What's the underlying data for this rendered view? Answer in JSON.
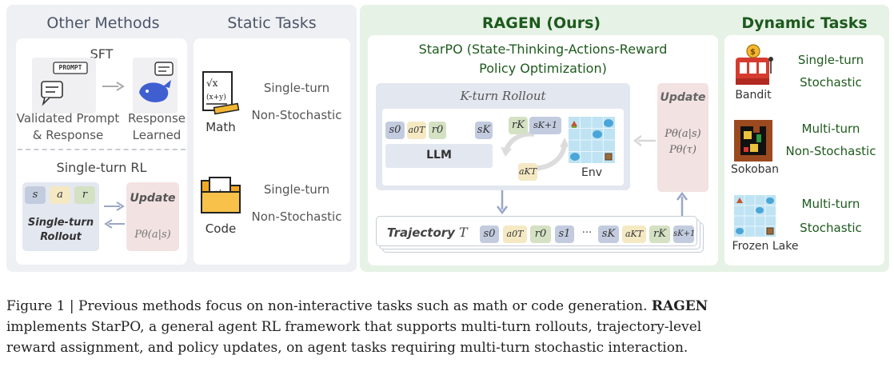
{
  "other_methods": {
    "title": "Other Methods",
    "sft": {
      "title": "SFT",
      "prompt_tag": "PROMPT",
      "left_label": "Validated Prompt\n& Response",
      "right_label": "Response\nLearned"
    },
    "single_turn_rl": {
      "title": "Single-turn RL",
      "tokens": [
        "s",
        "a",
        "r"
      ],
      "rollout_label": "Single-turn\nRollout",
      "update_label": "Update",
      "policy": "Pθ(a|s)"
    }
  },
  "static_tasks": {
    "title": "Static Tasks",
    "items": [
      {
        "name": "Math",
        "line1": "Single-turn",
        "line2": "Non-Stochastic"
      },
      {
        "name": "Code",
        "line1": "Single-turn",
        "line2": "Non-Stochastic"
      }
    ]
  },
  "ragen": {
    "title": "RAGEN (Ours)",
    "starpo_line1": "StarPO (State-Thinking-Actions-Reward",
    "starpo_line2": "Policy Optimization)",
    "rollout_title": "K-turn Rollout",
    "llm_label": "LLM",
    "env_label": "Env",
    "llm_tokens": [
      "s0",
      "a0T",
      "r0",
      "sK"
    ],
    "env_tokens": [
      "rK",
      "sK+1"
    ],
    "action_token": "aKT",
    "update": {
      "label": "Update",
      "p1": "Pθ(a|s)",
      "p2": "Pθ(τ)"
    },
    "trajectory": {
      "label": "Trajectory",
      "symbol": "T",
      "tokens": [
        "s0",
        "a0T",
        "r0",
        "s1",
        "···",
        "sK",
        "aKT",
        "rK",
        "sK+1"
      ]
    }
  },
  "dynamic_tasks": {
    "title": "Dynamic Tasks",
    "items": [
      {
        "name": "Bandit",
        "line1": "Single-turn",
        "line2": "Stochastic"
      },
      {
        "name": "Sokoban",
        "line1": "Multi-turn",
        "line2": "Non-Stochastic"
      },
      {
        "name": "Frozen Lake",
        "line1": "Multi-turn",
        "line2": "Stochastic"
      }
    ]
  },
  "caption": {
    "prefix": "Figure 1 | Previous methods focus on non-interactive tasks such as math or code generation.",
    "bold": "RAGEN",
    "line2": "implements StarPO, a general agent RL framework that supports multi-turn rollouts, trajectory-level",
    "line3": "reward assignment, and policy updates, on agent tasks requiring multi-turn stochastic interaction."
  },
  "colors": {
    "gray_panel": "#eef0f4",
    "green_panel": "#e6f2e6",
    "green_text": "#1d5a1d",
    "state_token": "#c3ccdf",
    "action_token": "#f4e9c3",
    "reward_token": "#d4e1c3",
    "update_box": "#f3e2e2"
  },
  "icons": [
    "prompt-chat-icon",
    "whale-icon",
    "math-paper-icon",
    "code-folder-icon",
    "slot-machine-icon",
    "sokoban-icon",
    "frozen-lake-icon"
  ]
}
